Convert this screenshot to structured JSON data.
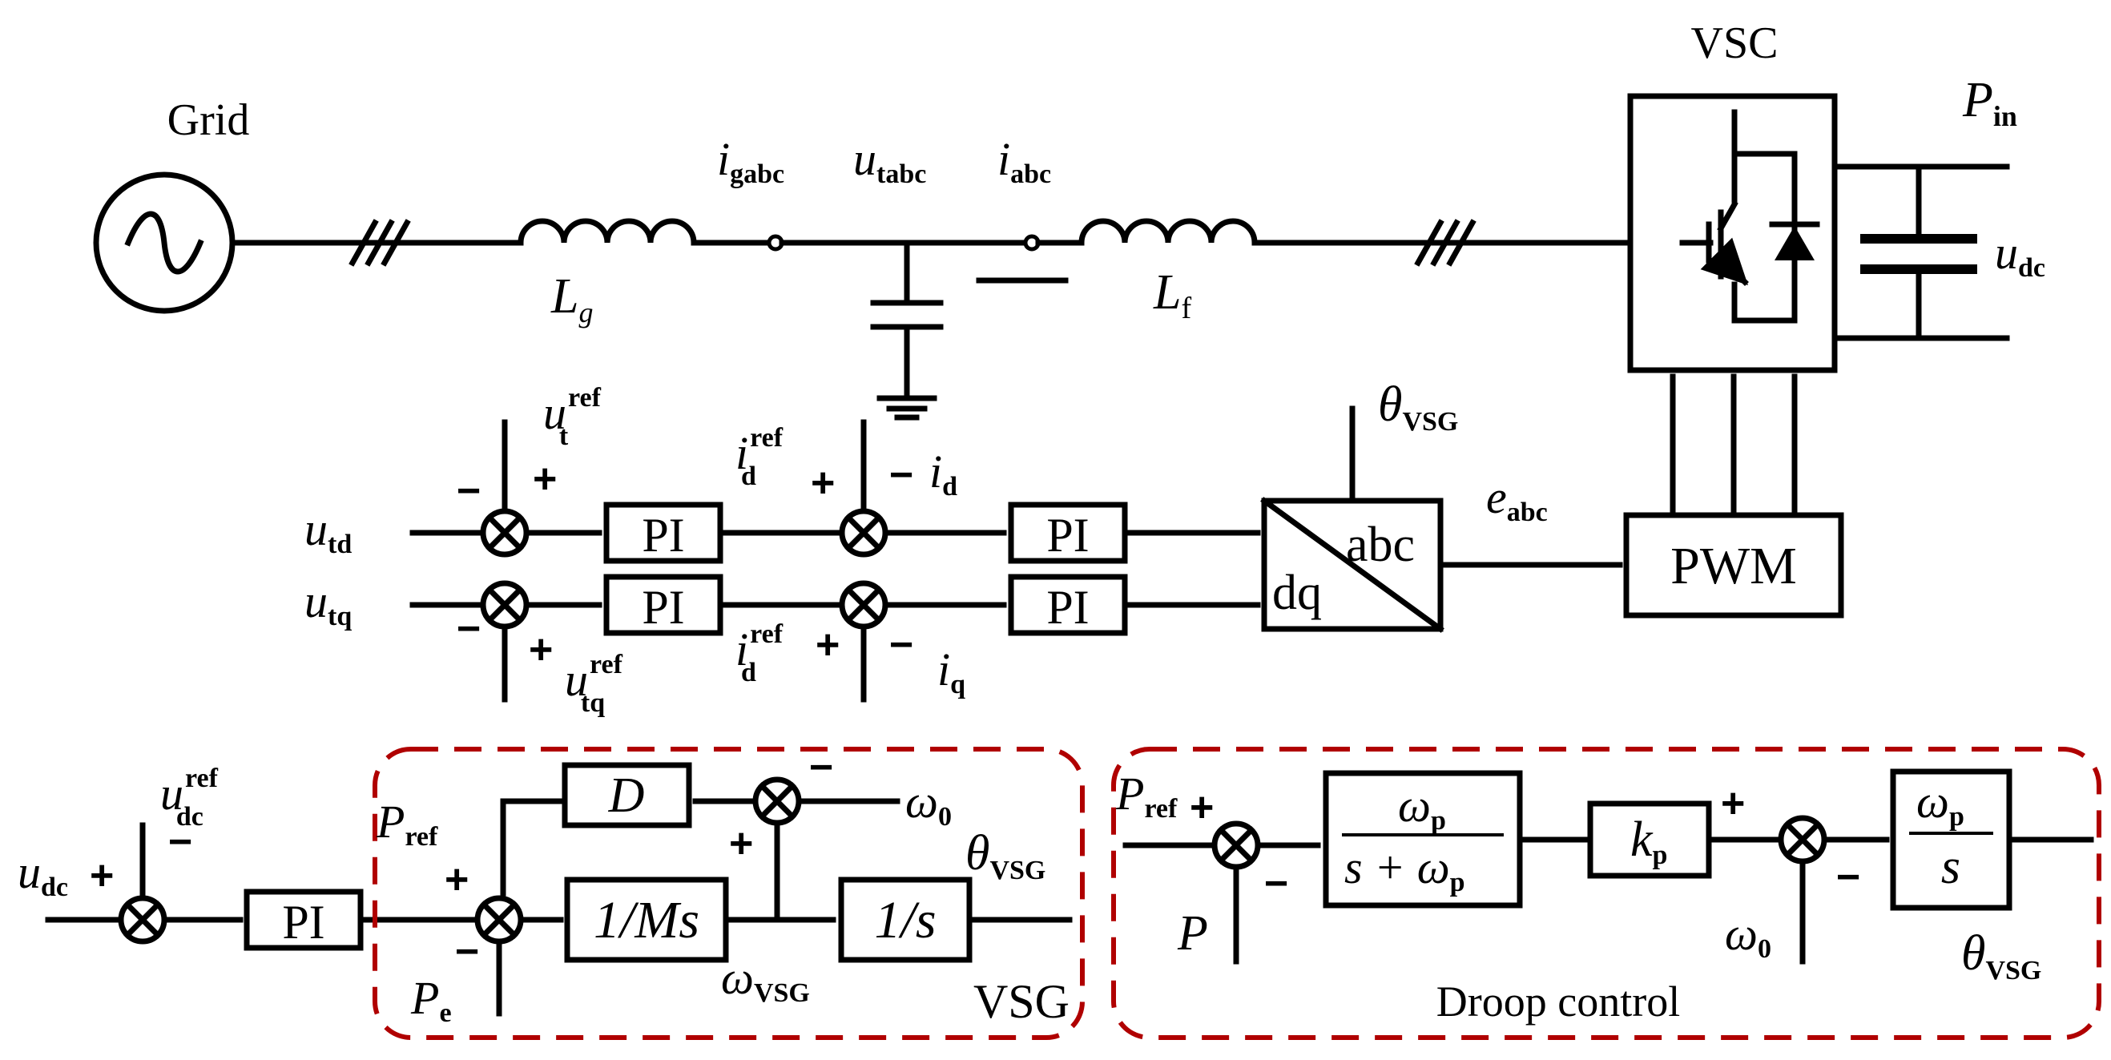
{
  "power_stage": {
    "grid": "Grid",
    "vsc": "VSC",
    "lg": {
      "main": "L",
      "sub": "g"
    },
    "lf": {
      "main": "L",
      "sub": "f"
    },
    "igabc": {
      "main": "i",
      "sub": "gabc"
    },
    "utabc": {
      "main": "u",
      "sub": "tabc"
    },
    "iabc": {
      "main": "i",
      "sub": "abc"
    },
    "pin": {
      "main": "P",
      "sub": "in"
    },
    "udc": {
      "main": "u",
      "sub": "dc"
    }
  },
  "current_loop": {
    "utd": {
      "main": "u",
      "sub": "td"
    },
    "utq": {
      "main": "u",
      "sub": "tq"
    },
    "ut_ref": {
      "main": "u",
      "sub": "t",
      "sup": "ref"
    },
    "utq_ref": {
      "main": "u",
      "sub": "tq",
      "sup": "ref"
    },
    "id_ref_top": {
      "main": "i",
      "sub": "d",
      "sup": "ref"
    },
    "id_ref_bottom": {
      "main": "i",
      "sub": "d",
      "sup": "ref"
    },
    "id": {
      "main": "i",
      "sub": "d"
    },
    "iq": {
      "main": "i",
      "sub": "q"
    },
    "pi": "PI",
    "theta_vsg": {
      "main": "θ",
      "sub": "VSG"
    },
    "eabc": {
      "main": "e",
      "sub": "abc"
    },
    "dq": "dq",
    "abc": "abc",
    "pwm": "PWM"
  },
  "vsg": {
    "udc": {
      "main": "u",
      "sub": "dc"
    },
    "udc_ref": {
      "main": "u",
      "sub": "dc",
      "sup": "ref"
    },
    "pi": "PI",
    "d": "D",
    "pref": {
      "main": "P",
      "sub": "ref"
    },
    "pe": {
      "main": "P",
      "sub": "e"
    },
    "omega0": {
      "main": "ω",
      "sub": "0"
    },
    "inertia": "1/Ms",
    "integrator": "1/s",
    "omega_vsg": {
      "main": "ω",
      "sub": "VSG"
    },
    "theta_vsg": {
      "main": "θ",
      "sub": "VSG"
    },
    "title": "VSG"
  },
  "droop": {
    "pref": {
      "main": "P",
      "sub": "ref"
    },
    "p": "P",
    "lpf_num": {
      "main": "ω",
      "sub": "p"
    },
    "lpf_den": {
      "pre": "s + ω",
      "sub": "p"
    },
    "kp": {
      "main": "k",
      "sub": "p"
    },
    "omega0": {
      "main": "ω",
      "sub": "0"
    },
    "int_num": {
      "main": "ω",
      "sub": "p"
    },
    "int_den": "s",
    "theta_vsg": {
      "main": "θ",
      "sub": "VSG"
    },
    "title": "Droop control"
  },
  "colors": {
    "line": "#000000",
    "dashed_boundary": "#b00000",
    "background": "#ffffff"
  },
  "icons": {
    "summing_junction": "circle-x",
    "grid_source": "circle-sine",
    "switch": "igbt-diode",
    "capacitor": "parallel-plates",
    "ground": "ground-bars"
  }
}
